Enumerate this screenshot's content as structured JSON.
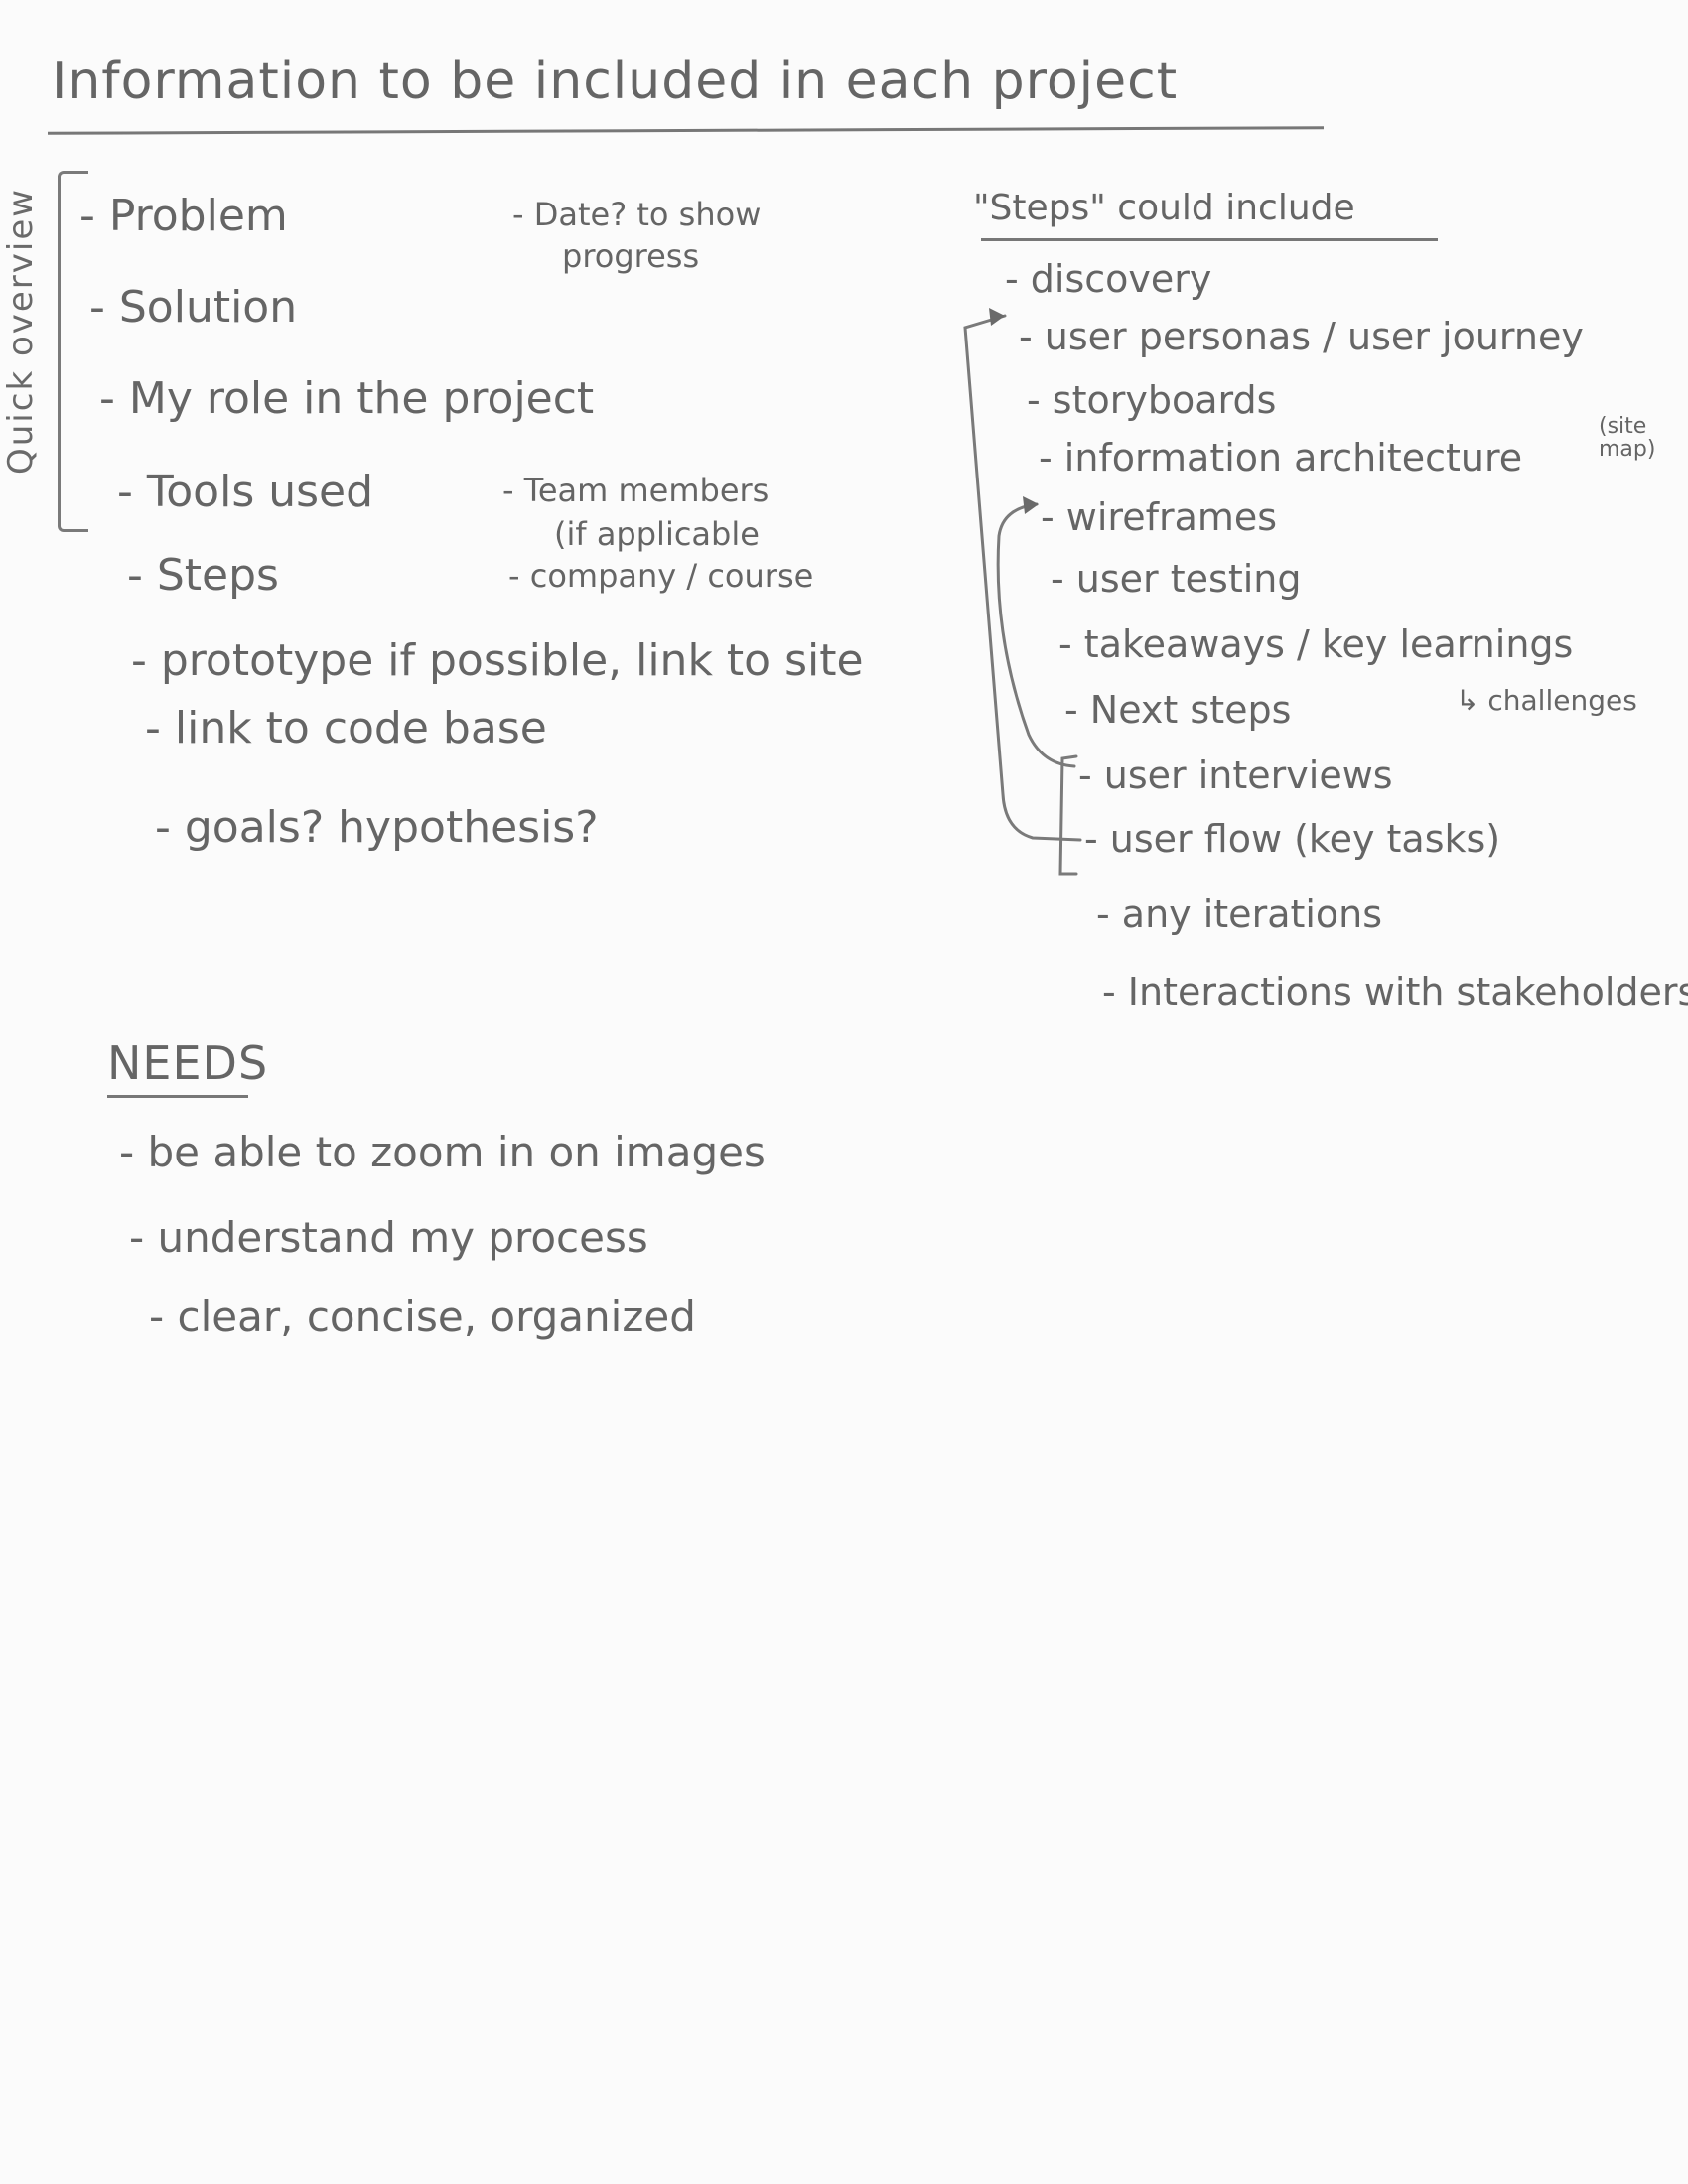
{
  "title": "Information to be included in each project",
  "quick_overview_label": "Quick overview",
  "left_items": [
    "- Problem",
    "- Solution",
    "- My role in the project",
    "- Tools used",
    "- Steps",
    "- prototype if possible, link to site",
    "- link to code base",
    "- goals? hypothesis?"
  ],
  "side_notes": {
    "date_line1": "- Date? to show",
    "date_line2": "progress",
    "team_line1": "- Team members",
    "team_line2": "(if applicable",
    "company": "- company / course"
  },
  "steps_heading": "\"Steps\" could include",
  "steps": [
    "- discovery",
    "- user personas / user journey",
    "- storyboards",
    "- information architecture",
    "- wireframes",
    "- user testing",
    "- takeaways / key learnings",
    "- Next steps",
    "- user interviews",
    "- user flow (key tasks)",
    "- any iterations",
    "- Interactions with stakeholders"
  ],
  "site_map_note": "(site map)",
  "challenges_note": "↳ challenges",
  "needs_heading": "NEEDS",
  "needs": [
    "- be able to zoom in on images",
    "- understand my process",
    "- clear, concise, organized"
  ]
}
